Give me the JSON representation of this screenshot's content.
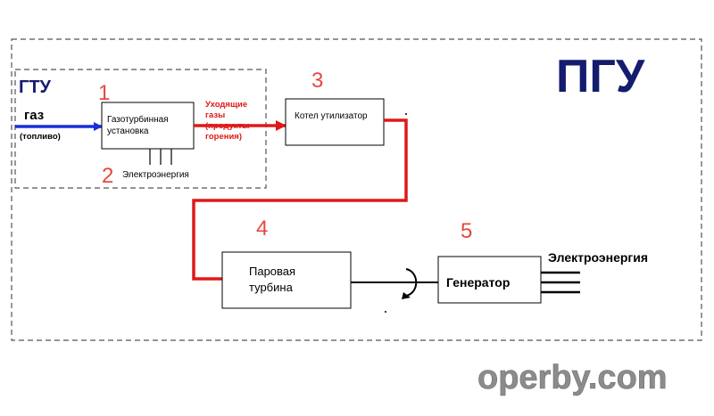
{
  "title": "ПГУ",
  "gtu_label": "ГТУ",
  "watermark": "operby.com",
  "input": {
    "gas_label": "газ",
    "fuel_label": "(топливо)"
  },
  "blocks": {
    "gas_turbine": {
      "number": "1",
      "line1": "Газотурбинная",
      "line2": "установка"
    },
    "gtu_electricity": {
      "number": "2",
      "label": "Электроэнергия"
    },
    "boiler": {
      "number": "3",
      "label": "Котел утилизатор"
    },
    "steam_turbine": {
      "number": "4",
      "line1": "Паровая",
      "line2": "турбина"
    },
    "generator": {
      "number": "5",
      "label": "Генератор"
    }
  },
  "exhaust": {
    "line1": "Уходящие",
    "line2": "газы",
    "line3": "(продукты",
    "line4": "горения)"
  },
  "output_electricity": "Электроэнергия",
  "colors": {
    "title": "#141c6e",
    "number": "#e8473f",
    "exhaust": "#e01818",
    "gas_arrow": "#1a2fd6",
    "watermark": "#8c8c8c"
  }
}
